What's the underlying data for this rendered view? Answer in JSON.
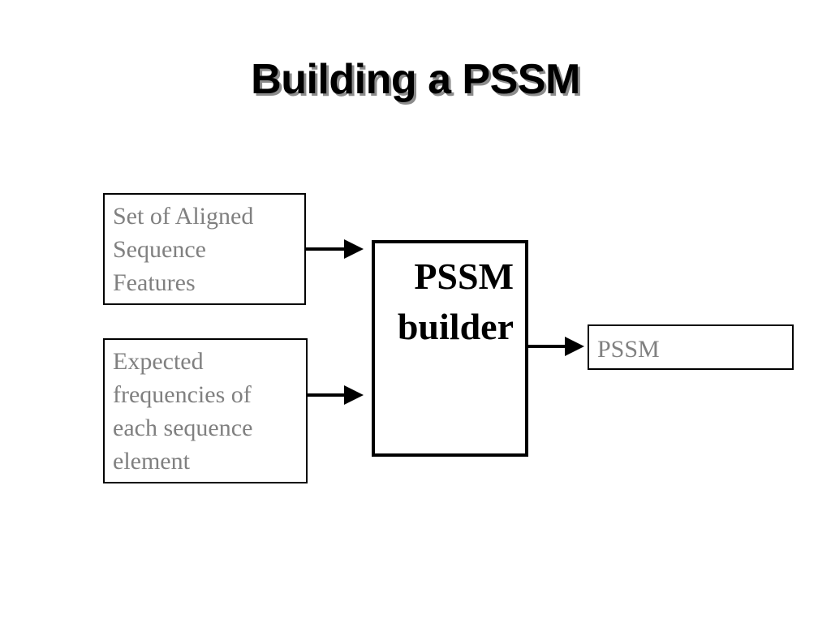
{
  "title": "Building a PSSM",
  "inputs": [
    {
      "lines": [
        "Set of Aligned",
        "Sequence",
        "Features"
      ]
    },
    {
      "lines": [
        "Expected",
        "frequencies of",
        "each sequence",
        "element"
      ]
    }
  ],
  "builder": {
    "lines": [
      "PSSM",
      "builder"
    ]
  },
  "output": {
    "label": "PSSM"
  }
}
